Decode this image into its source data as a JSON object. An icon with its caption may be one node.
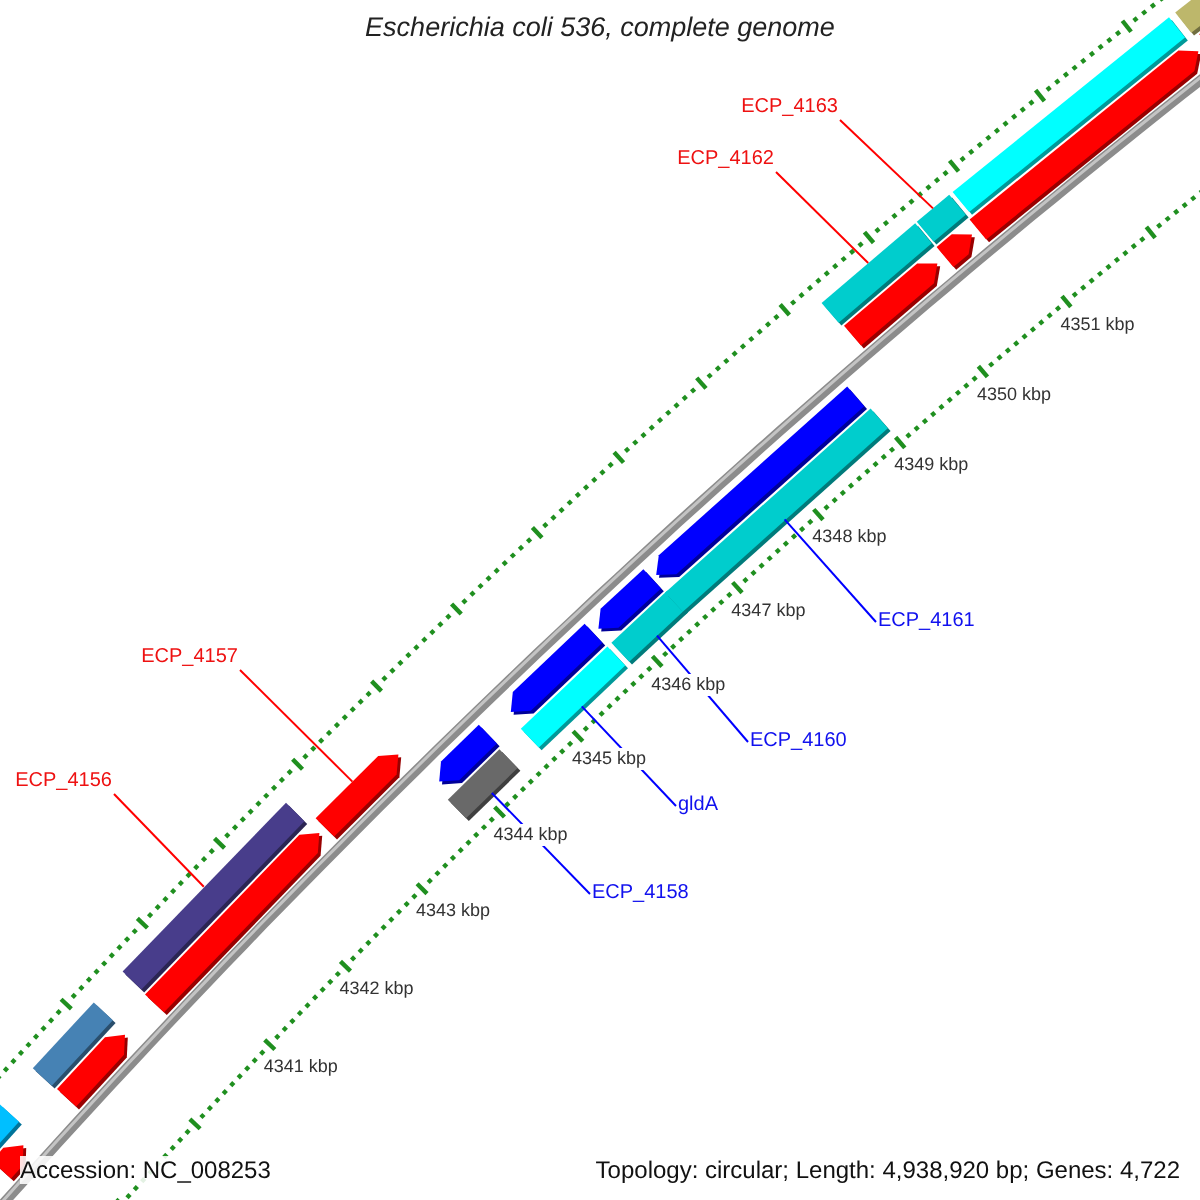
{
  "diagram": {
    "title": "Escherichia coli 536, complete genome",
    "nodes": [
      {
        "text": [
          "ECP_4163"
        ]
      },
      {
        "text": [
          "ECP_4162"
        ]
      },
      {
        "text": [
          "ECP_4161"
        ]
      },
      {
        "text": [
          "ECP_4157"
        ]
      },
      {
        "text": [
          "ECP_4160"
        ]
      },
      {
        "text": [
          "gldA"
        ]
      },
      {
        "text": [
          "ECP_4156"
        ]
      },
      {
        "text": [
          "ECP_4158"
        ]
      },
      {
        "text": [],
        "shape": "bar"
      },
      {
        "text": [],
        "shape": "arrow"
      },
      {
        "text": [],
        "shape": "bar"
      },
      {
        "text": [],
        "shape": "arrow"
      },
      {
        "text": [],
        "shape": "bar"
      },
      {
        "text": [],
        "shape": "arrow"
      },
      {
        "text": [],
        "shape": "arrow"
      },
      {
        "text": [],
        "shape": "arrow"
      },
      {
        "text": [],
        "shape": "bar"
      },
      {
        "text": [],
        "shape": "bar"
      },
      {
        "text": [],
        "shape": "arrow"
      },
      {
        "text": [],
        "shape": "arrow"
      },
      {
        "text": [],
        "shape": "bar"
      },
      {
        "text": [],
        "shape": "arrow"
      },
      {
        "text": [],
        "shape": "bar"
      },
      {
        "text": [],
        "shape": "bar"
      },
      {
        "text": [],
        "shape": "arrow"
      },
      {
        "text": [],
        "shape": "arrow"
      },
      {
        "text": [],
        "shape": "bar"
      },
      {
        "text": [],
        "shape": "bar"
      },
      {
        "text": [],
        "shape": "arrow"
      },
      {
        "text": [],
        "shape": "bar"
      },
      {
        "text": [],
        "shape": "arrow"
      }
    ],
    "edges": [
      {
        "from": 0,
        "to": 26,
        "arrow": "none",
        "color": "#ff0000"
      },
      {
        "from": 1,
        "to": 23,
        "arrow": "none",
        "color": "#ff0000"
      },
      {
        "from": 2,
        "to": 22,
        "arrow": "none",
        "color": "#0000ff"
      },
      {
        "from": 3,
        "to": 14,
        "arrow": "none",
        "color": "#ff0000"
      },
      {
        "from": 4,
        "to": 20,
        "arrow": "none",
        "color": "#0000ff"
      },
      {
        "from": 5,
        "to": 17,
        "arrow": "none",
        "color": "#0000ff"
      },
      {
        "from": 6,
        "to": 12,
        "arrow": "none",
        "color": "#ff0000"
      },
      {
        "from": 7,
        "to": 16,
        "arrow": "none",
        "color": "#0000ff"
      }
    ],
    "labels": [
      "4351 kbp",
      "4350 kbp",
      "4349 kbp",
      "4348 kbp",
      "4347 kbp",
      "4346 kbp",
      "4345 kbp",
      "4344 kbp",
      "4343 kbp",
      "4342 kbp",
      "4341 kbp",
      "Accession: NC_008253",
      "Topology: circular; Length: 4,938,920 bp; Genes: 4,722"
    ]
  }
}
